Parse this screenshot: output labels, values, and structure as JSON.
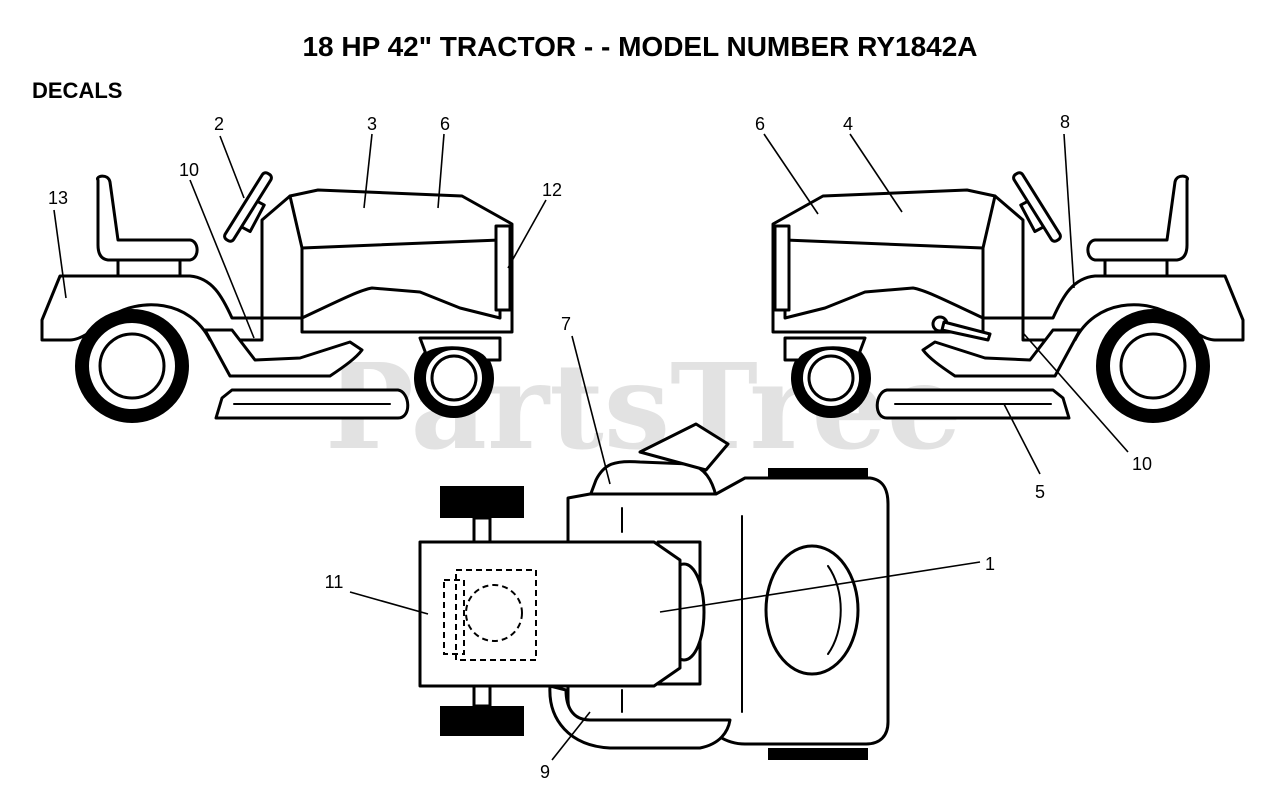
{
  "title": "18 HP 42\" TRACTOR - - MODEL NUMBER RY1842A",
  "section": "DECALS",
  "watermark": "PartsTree",
  "callouts": {
    "c1": "1",
    "c2": "2",
    "c3": "3",
    "c4": "4",
    "c5": "5",
    "c6a": "6",
    "c6b": "6",
    "c7": "7",
    "c8": "8",
    "c9": "9",
    "c10a": "10",
    "c10b": "10",
    "c11": "11",
    "c12": "12",
    "c13": "13"
  },
  "colors": {
    "line": "#000000",
    "background": "#ffffff",
    "watermark": "#cfcfcf"
  }
}
